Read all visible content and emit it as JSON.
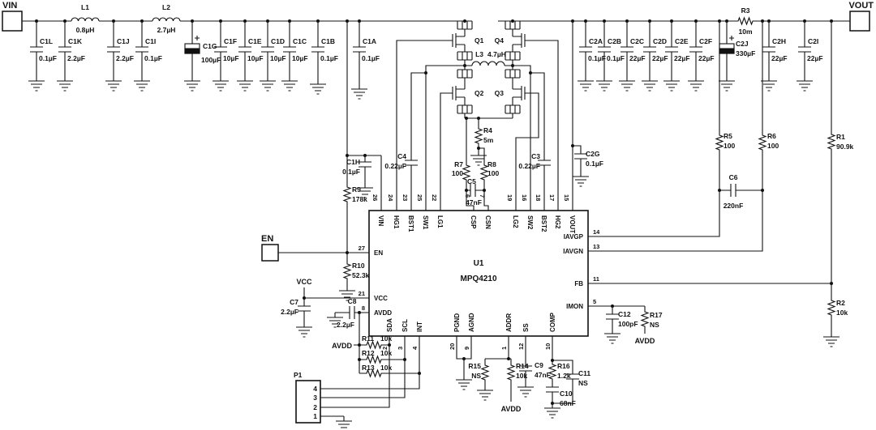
{
  "ports": {
    "vin": "VIN",
    "vout": "VOUT",
    "en": "EN"
  },
  "ic": {
    "ref": "U1",
    "part": "MPQ4210",
    "top_pins": [
      {
        "name": "VIN",
        "num": "26"
      },
      {
        "name": "HG1",
        "num": "24"
      },
      {
        "name": "BST1",
        "num": "23"
      },
      {
        "name": "SW1",
        "num": "25"
      },
      {
        "name": "LG1",
        "num": "22"
      },
      {
        "name": "CSP",
        "num": "6"
      },
      {
        "name": "CSN",
        "num": "7"
      },
      {
        "name": "LG2",
        "num": "19"
      },
      {
        "name": "SW2",
        "num": "16"
      },
      {
        "name": "BST2",
        "num": "18"
      },
      {
        "name": "HG2",
        "num": "17"
      },
      {
        "name": "VOUT",
        "num": "15"
      }
    ],
    "left_pins": [
      {
        "name": "EN",
        "num": "27"
      },
      {
        "name": "VCC",
        "num": "21"
      },
      {
        "name": "AVDD",
        "num": "8"
      }
    ],
    "right_pins": [
      {
        "name": "IAVGP",
        "num": "14"
      },
      {
        "name": "IAVGN",
        "num": "13"
      },
      {
        "name": "FB",
        "num": "11"
      },
      {
        "name": "IMON",
        "num": "5"
      }
    ],
    "bottom_pins": [
      {
        "name": "SDA",
        "num": "2"
      },
      {
        "name": "SCL",
        "num": "3"
      },
      {
        "name": "INT",
        "num": "4"
      },
      {
        "name": "PGND",
        "num": "20"
      },
      {
        "name": "AGND",
        "num": "9"
      },
      {
        "name": "ADDR",
        "num": "1"
      },
      {
        "name": "SS",
        "num": "12"
      },
      {
        "name": "COMP",
        "num": "10"
      }
    ]
  },
  "nets": {
    "vcc": "VCC",
    "avdd": "AVDD"
  },
  "connector": {
    "ref": "P1",
    "pins": [
      "4",
      "3",
      "2",
      "1"
    ]
  },
  "c": {
    "L1": {
      "r": "L1",
      "v": "0.8µH"
    },
    "L2": {
      "r": "L2",
      "v": "2.7µH"
    },
    "L3": {
      "r": "L3",
      "v": "4.7µH"
    },
    "Q1": {
      "r": "Q1"
    },
    "Q2": {
      "r": "Q2"
    },
    "Q3": {
      "r": "Q3"
    },
    "Q4": {
      "r": "Q4"
    },
    "C1L": {
      "r": "C1L",
      "v": "0.1µF"
    },
    "C1K": {
      "r": "C1K",
      "v": "2.2µF"
    },
    "C1J": {
      "r": "C1J",
      "v": "2.2µF"
    },
    "C1I": {
      "r": "C1I",
      "v": "0.1µF"
    },
    "C1G": {
      "r": "C1G",
      "v": "100µF"
    },
    "C1F": {
      "r": "C1F",
      "v": "10µF"
    },
    "C1E": {
      "r": "C1E",
      "v": "10µF"
    },
    "C1D": {
      "r": "C1D",
      "v": "10µF"
    },
    "C1C": {
      "r": "C1C",
      "v": "10µF"
    },
    "C1B": {
      "r": "C1B",
      "v": "0.1µF"
    },
    "C1A": {
      "r": "C1A",
      "v": "0.1µF"
    },
    "C1H": {
      "r": "C1H",
      "v": "0.1µF"
    },
    "C2A": {
      "r": "C2A",
      "v": "0.1µF"
    },
    "C2B": {
      "r": "C2B",
      "v": "0.1µF"
    },
    "C2C": {
      "r": "C2C",
      "v": "22µF"
    },
    "C2D": {
      "r": "C2D",
      "v": "22µF"
    },
    "C2E": {
      "r": "C2E",
      "v": "22µF"
    },
    "C2F": {
      "r": "C2F",
      "v": "22µF"
    },
    "C2H": {
      "r": "C2H",
      "v": "22µF"
    },
    "C2I": {
      "r": "C2I",
      "v": "22µF"
    },
    "C2J": {
      "r": "C2J",
      "v": "330µF"
    },
    "C2G": {
      "r": "C2G",
      "v": "0.1µF"
    },
    "C3": {
      "r": "C3",
      "v": "0.22µF"
    },
    "C4": {
      "r": "C4",
      "v": "0.22µF"
    },
    "C5": {
      "r": "C5",
      "v": "47nF"
    },
    "C6": {
      "r": "C6",
      "v": "220nF"
    },
    "C7": {
      "r": "C7",
      "v": "2.2µF"
    },
    "C8": {
      "r": "C8",
      "v": "2.2µF"
    },
    "C9": {
      "r": "C9",
      "v": "47nF"
    },
    "C10": {
      "r": "C10",
      "v": "68nF"
    },
    "C11": {
      "r": "C11",
      "v": "NS"
    },
    "C12": {
      "r": "C12",
      "v": "100pF"
    },
    "R1": {
      "r": "R1",
      "v": "90.9k"
    },
    "R2": {
      "r": "R2",
      "v": "10k"
    },
    "R3": {
      "r": "R3",
      "v": "10m"
    },
    "R4": {
      "r": "R4",
      "v": "5m"
    },
    "R5": {
      "r": "R5",
      "v": "100"
    },
    "R6": {
      "r": "R6",
      "v": "100"
    },
    "R7": {
      "r": "R7",
      "v": "100"
    },
    "R8": {
      "r": "R8",
      "v": "100"
    },
    "R9": {
      "r": "R9",
      "v": "178k"
    },
    "R10": {
      "r": "R10",
      "v": "52.3k"
    },
    "R11": {
      "r": "R11",
      "v": "10k"
    },
    "R12": {
      "r": "R12",
      "v": "10k"
    },
    "R13": {
      "r": "R13",
      "v": "10k"
    },
    "R14": {
      "r": "R14",
      "v": "10k"
    },
    "R15": {
      "r": "R15",
      "v": "NS"
    },
    "R16": {
      "r": "R16",
      "v": "1.2k"
    },
    "R17": {
      "r": "R17",
      "v": "NS"
    }
  }
}
